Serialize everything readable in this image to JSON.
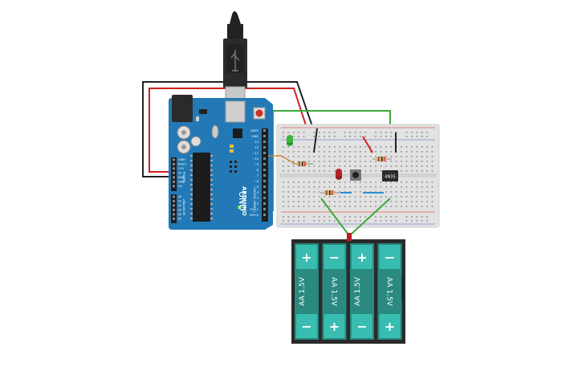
{
  "arduino": {
    "brand": "ARDUINO",
    "model": "UNO",
    "board_color": "#2379b5",
    "pin_labels_digital": [
      "AREF",
      "GND",
      "13",
      "12",
      "~11",
      "~10",
      "~9",
      "8",
      "7",
      "~6",
      "~5",
      "4",
      "~3",
      "2",
      "TX→1",
      "RX←0"
    ],
    "digital_header_label": "DIGITAL (PWM~)",
    "power_header_label": "POWER",
    "analog_header_label": "ANALOG IN",
    "power_pins": [
      "IOREF",
      "RESET",
      "3.3V",
      "5V",
      "GND",
      "GND",
      "Vin"
    ],
    "analog_pins": [
      "A0",
      "A1",
      "A2",
      "A3",
      "A4",
      "A5"
    ]
  },
  "breadboard": {
    "ic_label": "4N35",
    "body_color": "#e2e2e2"
  },
  "battery": {
    "cells": [
      {
        "label": "AA 1.5V",
        "top": "+",
        "bottom": "−"
      },
      {
        "label": "AA 1.5V",
        "top": "−",
        "bottom": "+"
      },
      {
        "label": "AA 1.5V",
        "top": "+",
        "bottom": "−"
      },
      {
        "label": "AA 1.5V",
        "top": "−",
        "bottom": "+"
      }
    ],
    "cell_color": "#2a8a80",
    "terminal_color": "#38bdb0"
  },
  "wire_colors": {
    "red": "#d0201e",
    "black": "#222222",
    "green": "#3aa93a",
    "orange": "#d0883a"
  }
}
